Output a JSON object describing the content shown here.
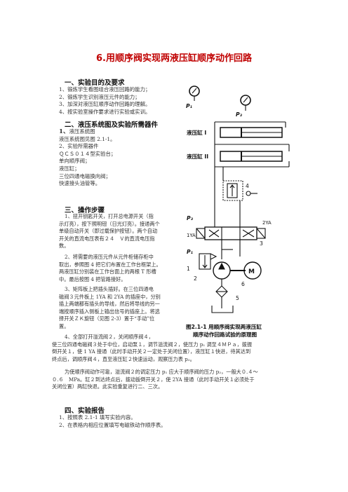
{
  "title": "6.用顺序阀实现两液压缸顺序动作回路",
  "sections": {
    "s1": {
      "heading": "一、实验目的及要求",
      "items": [
        "1、锻炼学生看图组合液压回路的能力；",
        "2、锻炼学生识别液压元件的能力；",
        "3、加深对液压缸顺序动作回路的理解。",
        "4、按实验室操作要求进行实验或实训。"
      ]
    },
    "s2": {
      "heading": "二、液压系统图及实验所需器件",
      "sub1": "1、",
      "sub1_text": "液压系统图",
      "sub1_desc": "液压系统图见图 2.1-1。",
      "sub2": "2、实验所需器件",
      "parts": [
        "ＱＣＳ０１４型实验台；",
        "单向顺序阀；",
        "液压缸；",
        "三位四通电磁换向阀；",
        "快速接头油管等。"
      ]
    },
    "s3": {
      "heading": "三、操作步骤",
      "p1": [
        "1、扭开钥匙开关，打开总电源开关（指",
        "示灯亮），按下照明钮（日光灯亮）。接通两个",
        "单级自动开关（即过载保护按钮）。两个自动",
        "开关的直流电压表有２４　Ｖ的直流电压指",
        "数。"
      ],
      "p2": [
        "2、将需要的液压元件从元件柜储存柜中",
        "取出，参照图 4 把它们布置在工作台框架上。",
        "两液压缸分别装在工作台面上的两根 T 形槽",
        "中。最后按图 4 把管路接好。"
      ],
      "p3": [
        "3、矩阵板上把插头插好。在三位四通电",
        "磁阀３元件板上 1YA 和 2YA 的插座中，分别",
        "插上两端都有插头的导线，然后将导线的另一",
        "端按顺序插入侧板上输出信号的插座上。将选",
        "择开关ＺＫ旋钮（见图 2-3）置于“手动”位",
        "置。"
      ],
      "p4": [
        "4、全部打开溢流阀２，关闭顺序阀４，",
        "使三位四通电磁阀３处于中位，启动泵１，调节溢流阀２，使压力 p₁ 调至４ＭＰａ，拨振",
        "倒开关１，使 1 YA 接通（此时手动开关２一定处于关闭位置），液压缸１快进，待其达到",
        "终点后，调顺序阀４，直至液压缸２快速运动，观察压力表 p₂。"
      ],
      "p5": [
        "为使顺序阀动作可靠，溢流阀２的调定压力 p₁ 应大于顺序阀的压力 p₂，一般大０.４～",
        "０.６　MPa。缸２到达终点后，拨动扳倒开关２，使 2YA 接通（此时手动开关１必须处于",
        "关闭位置）两缸快退。此实验重复进行二、三次。"
      ]
    },
    "s4": {
      "heading": "四、实验报告",
      "items": [
        "1、按照表 2.1-1 填写实验内容。",
        "2、在表格内相应位置填写电磁铁动作顺序表。"
      ]
    }
  },
  "figure": {
    "label_p1": "P₁",
    "label_p2": "P₃",
    "label_cyl1": "液压缸 I",
    "label_cyl2": "液压缸 II",
    "label_4": "4",
    "label_p3": "P₃",
    "label_1ya": "1YA",
    "label_2ya": "2YA",
    "label_pp1": "P₁",
    "label_3": "3",
    "label_1": "1",
    "label_2": "2",
    "label_6": "6",
    "label_5": "5",
    "label_m": "M",
    "caption_line1": "图2.1-1 用顺序阀实现两液压缸",
    "caption_line2": "顺序动作回路试验的原理图"
  }
}
